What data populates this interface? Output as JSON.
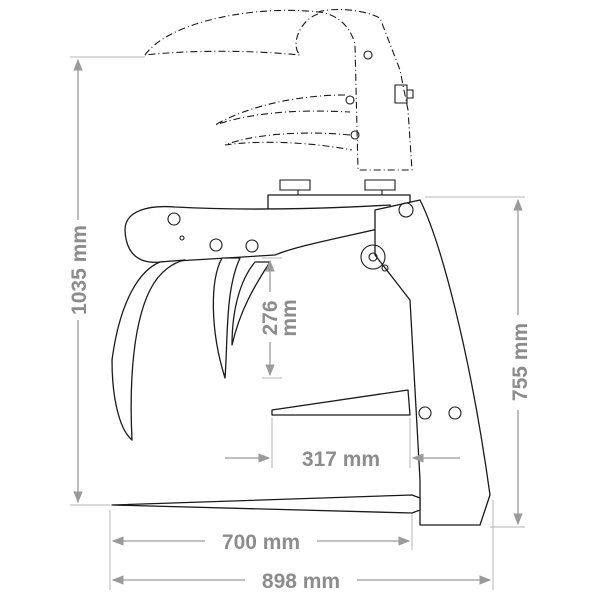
{
  "dimensions": {
    "total_height": "1035 mm",
    "tine_gap_value": "276",
    "tine_gap_unit": "mm",
    "frame_height": "755 mm",
    "frame_depth": "317 mm",
    "fork_length": "700 mm",
    "total_length": "898 mm"
  },
  "colors": {
    "dimension": "#9a9a9a",
    "outline": "#1a1a1a"
  }
}
